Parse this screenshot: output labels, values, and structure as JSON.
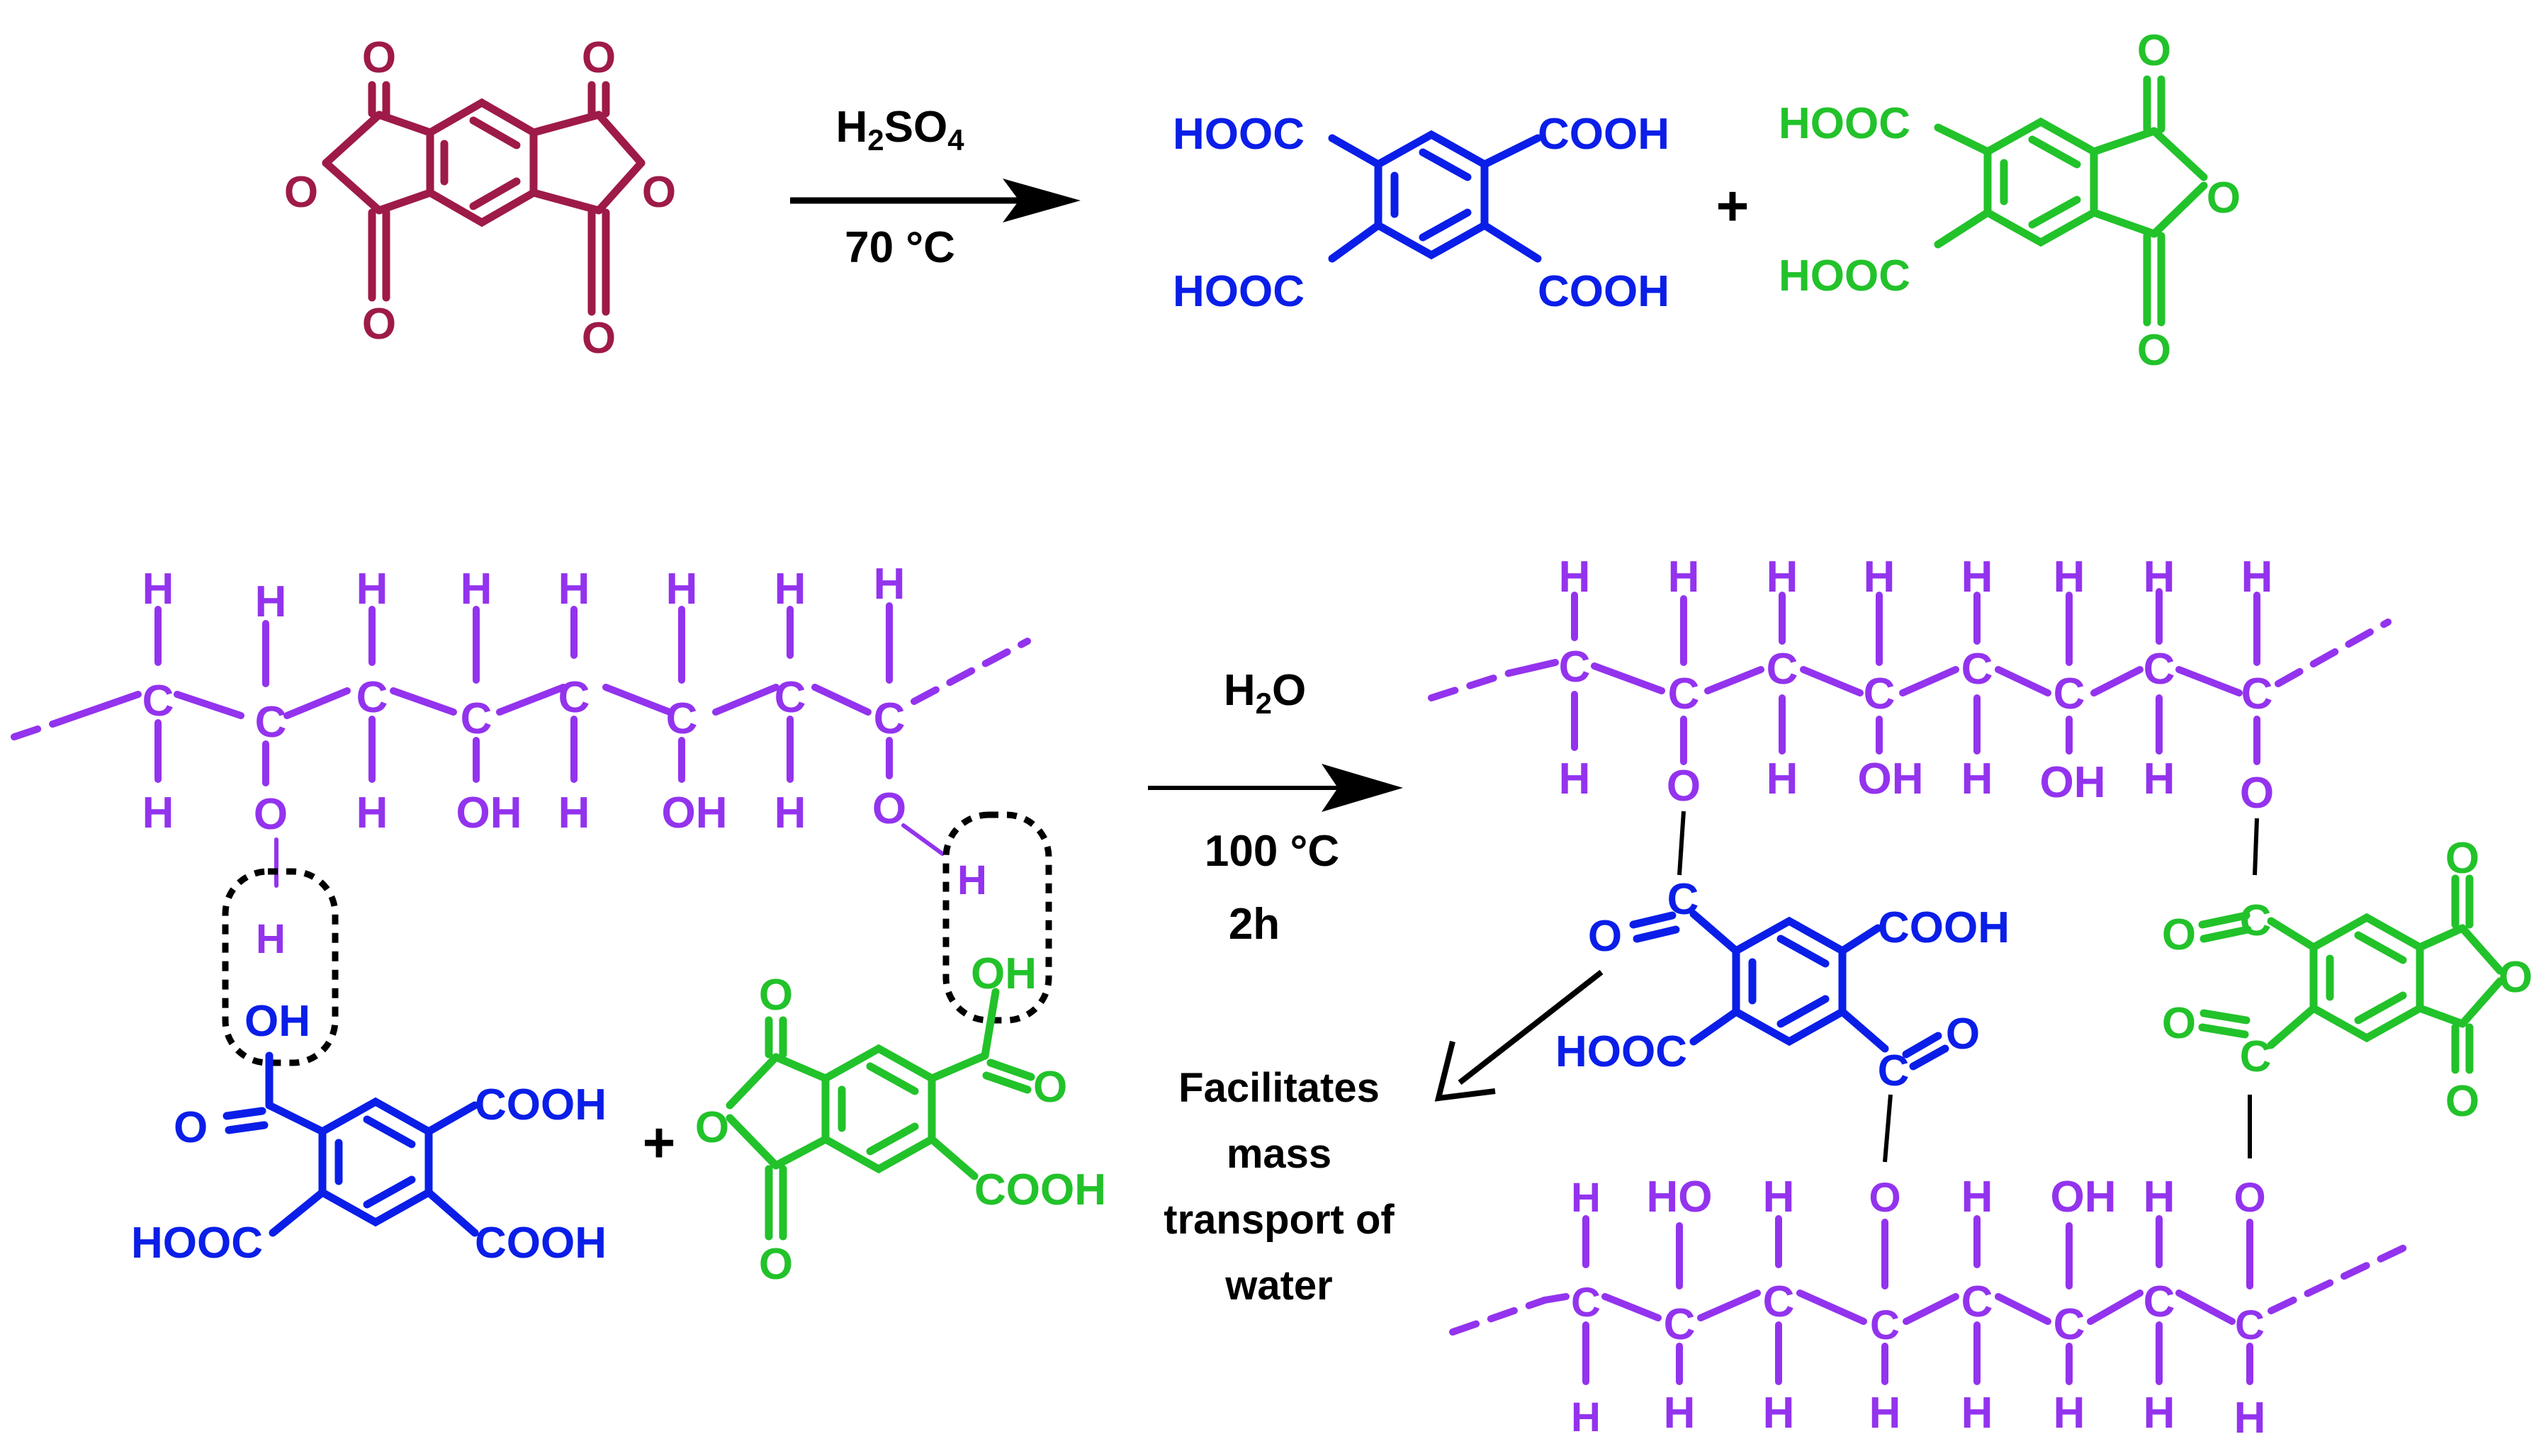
{
  "colors": {
    "anhydride": "#9e1a48",
    "acid": "#0a1ee8",
    "partial": "#22c22a",
    "polymer": "#9333ee",
    "black": "#000000"
  },
  "reaction1": {
    "reagent": "H2SO4",
    "condition": "70 °C",
    "plus": "+"
  },
  "reaction2": {
    "reagent": "H2O",
    "temperature": "100 °C",
    "time": "2h",
    "plus": "+"
  },
  "groups": {
    "cooh": "COOH",
    "hooc": "HOOC",
    "oh": "OH",
    "ho": "HO",
    "o": "O",
    "c": "C",
    "h": "H"
  },
  "annotation": [
    "Facilitates",
    "mass",
    "transport of",
    "water"
  ]
}
